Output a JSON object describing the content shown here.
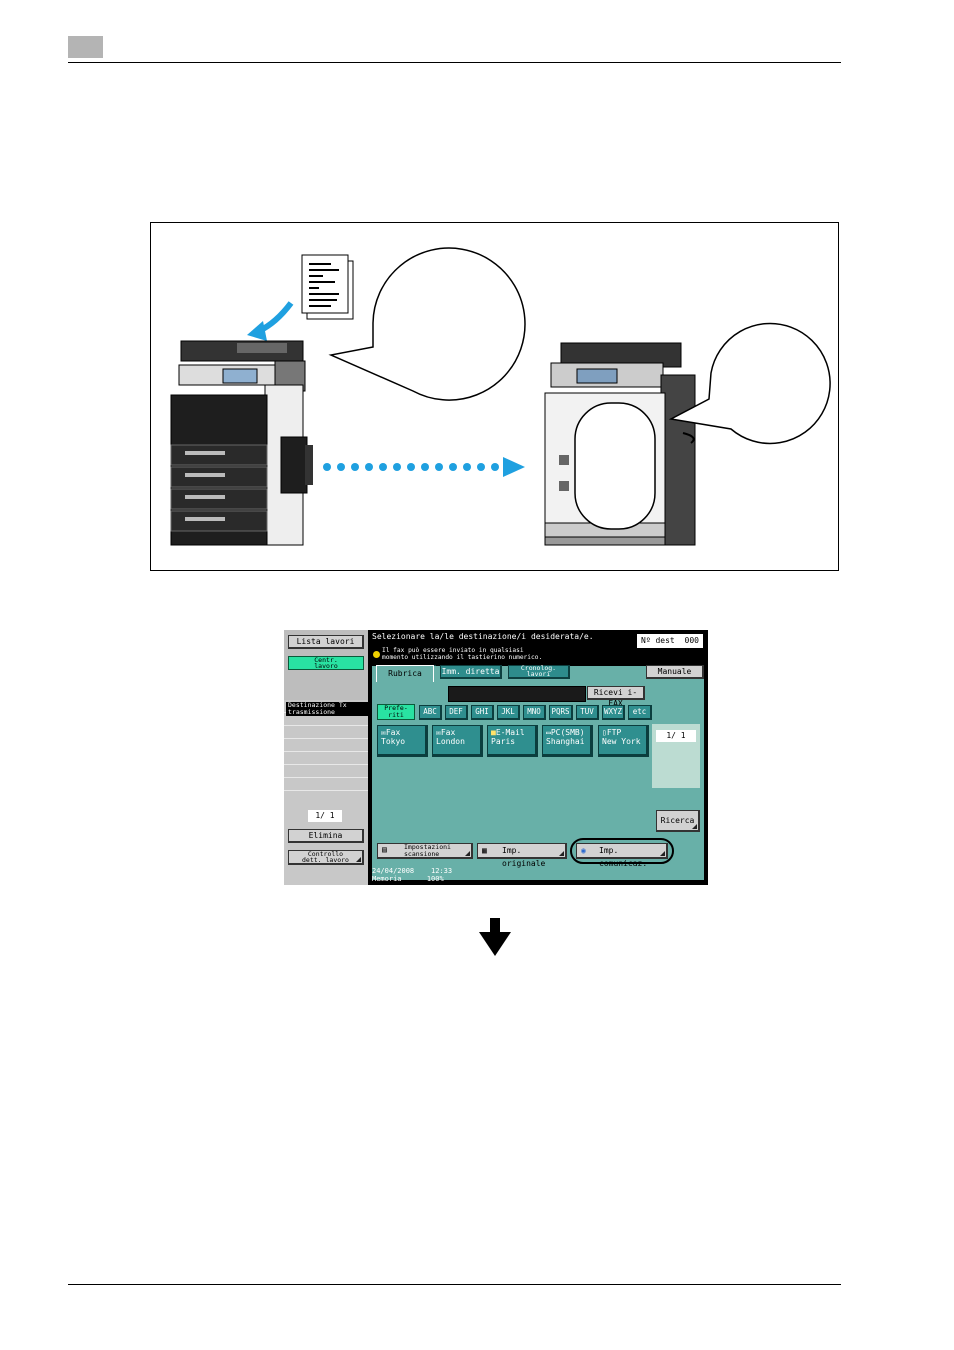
{
  "panel": {
    "sidebar": {
      "job_list": "Lista lavori",
      "job_center_line1": "Centr.",
      "job_center_line2": "lavoro",
      "dest_header_line1": "Destinazione Tx",
      "dest_header_line2": "trasmissione",
      "page": "1/  1",
      "delete": "Elimina",
      "check_line1": "Controllo",
      "check_line2": "dett. lavoro"
    },
    "message": "Selezionare la/le destinazione/i desiderata/e.",
    "hint_line1": "Il fax può essere inviato in qualsiasi",
    "hint_line2": "momento utilizzando il tastierino numerico.",
    "dest_count_label": "Nº dest",
    "dest_count_value": "000",
    "tabs": {
      "address_book": "Rubrica",
      "direct_input": "Imm. diretta",
      "history_line1": "Cronolog.",
      "history_line2": "lavori"
    },
    "manual": "Manuale",
    "receive_ifax": "Ricevi i-FAX",
    "index_tabs": {
      "favorites_line1": "Prefe-",
      "favorites_line2": "riti",
      "groups": [
        "ABC",
        "DEF",
        "GHI",
        "JKL",
        "MNO",
        "PQRS",
        "TUV",
        "WXYZ",
        "etc"
      ]
    },
    "destinations": [
      {
        "type": "Fax",
        "name": "Tokyo"
      },
      {
        "type": "Fax",
        "name": "London"
      },
      {
        "type": "E-Mail",
        "name": "Paris"
      },
      {
        "type": "PC(SMB)",
        "name": "Shanghai"
      },
      {
        "type": "FTP",
        "name": "New York"
      }
    ],
    "list_page": "1/  1",
    "search": "Ricerca",
    "scan_settings_line1": "Impostazioni",
    "scan_settings_line2": "scansione",
    "original_settings": "Imp. originale",
    "comm_settings": "Imp. comunicaz.",
    "status": {
      "date": "24/04/2008",
      "time": "12:33",
      "memory_label": "Memoria",
      "memory_value": "100%"
    }
  }
}
